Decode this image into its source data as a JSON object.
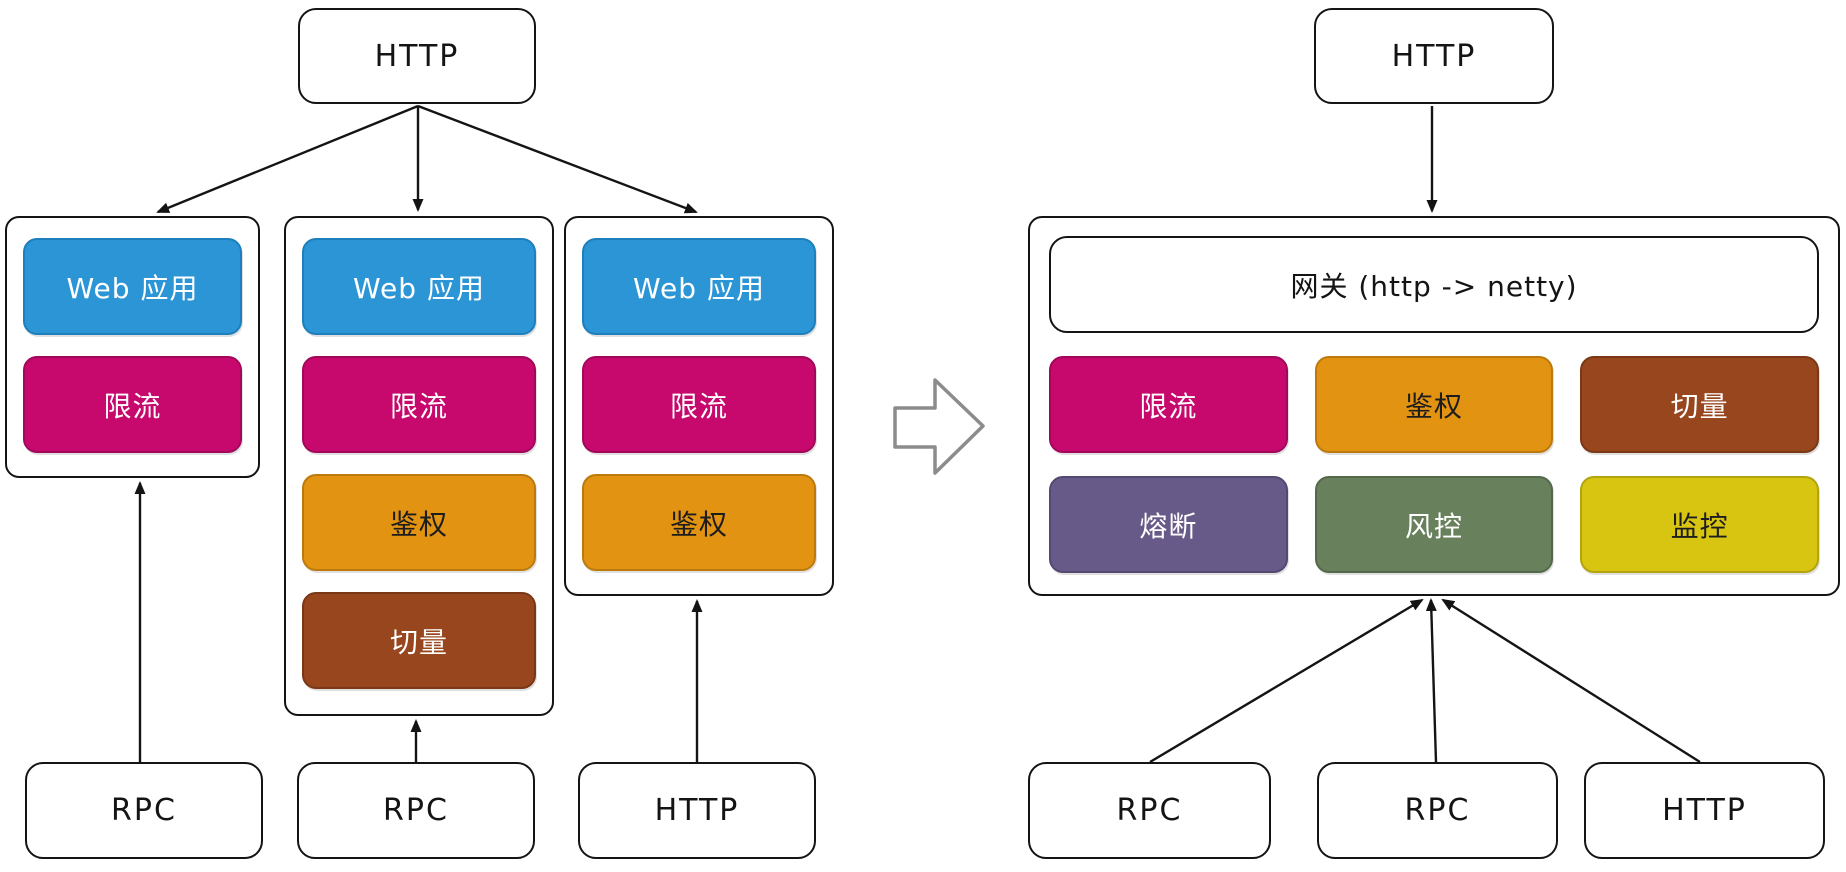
{
  "palette": {
    "blue": {
      "bg": "#2b95d6",
      "border": "#1e7fbd",
      "text": "#ffffff"
    },
    "pink": {
      "bg": "#c7096e",
      "border": "#a3075a",
      "text": "#ffffff"
    },
    "orange": {
      "bg": "#e29312",
      "border": "#bd7a0c",
      "text": "#1d1d1d"
    },
    "brown": {
      "bg": "#97461e",
      "border": "#7b3817",
      "text": "#ffffff"
    },
    "purple": {
      "bg": "#685a88",
      "border": "#544970",
      "text": "#ffffff"
    },
    "green": {
      "bg": "#68805c",
      "border": "#54684a",
      "text": "#ffffff"
    },
    "yellow": {
      "bg": "#d8c512",
      "border": "#b3a40e",
      "text": "#1d1d1d"
    }
  },
  "arrow_color": "#141414",
  "transform_arrow_color": "#8c8c8c",
  "left": {
    "source_label": "HTTP",
    "columns": [
      {
        "boxes": [
          {
            "label": "Web 应用",
            "color": "blue"
          },
          {
            "label": "限流",
            "color": "pink"
          }
        ]
      },
      {
        "boxes": [
          {
            "label": "Web 应用",
            "color": "blue"
          },
          {
            "label": "限流",
            "color": "pink"
          },
          {
            "label": "鉴权",
            "color": "orange"
          },
          {
            "label": "切量",
            "color": "brown"
          }
        ]
      },
      {
        "boxes": [
          {
            "label": "Web 应用",
            "color": "blue"
          },
          {
            "label": "限流",
            "color": "pink"
          },
          {
            "label": "鉴权",
            "color": "orange"
          }
        ]
      }
    ],
    "clients": [
      {
        "label": "RPC"
      },
      {
        "label": "RPC"
      },
      {
        "label": "HTTP"
      }
    ]
  },
  "right": {
    "source_label": "HTTP",
    "gateway": {
      "title": "网关 (http -> netty)",
      "rows": [
        [
          {
            "label": "限流",
            "color": "pink"
          },
          {
            "label": "鉴权",
            "color": "orange"
          },
          {
            "label": "切量",
            "color": "brown"
          }
        ],
        [
          {
            "label": "熔断",
            "color": "purple"
          },
          {
            "label": "风控",
            "color": "green"
          },
          {
            "label": "监控",
            "color": "yellow"
          }
        ]
      ]
    },
    "clients": [
      {
        "label": "RPC"
      },
      {
        "label": "RPC"
      },
      {
        "label": "HTTP"
      }
    ]
  }
}
